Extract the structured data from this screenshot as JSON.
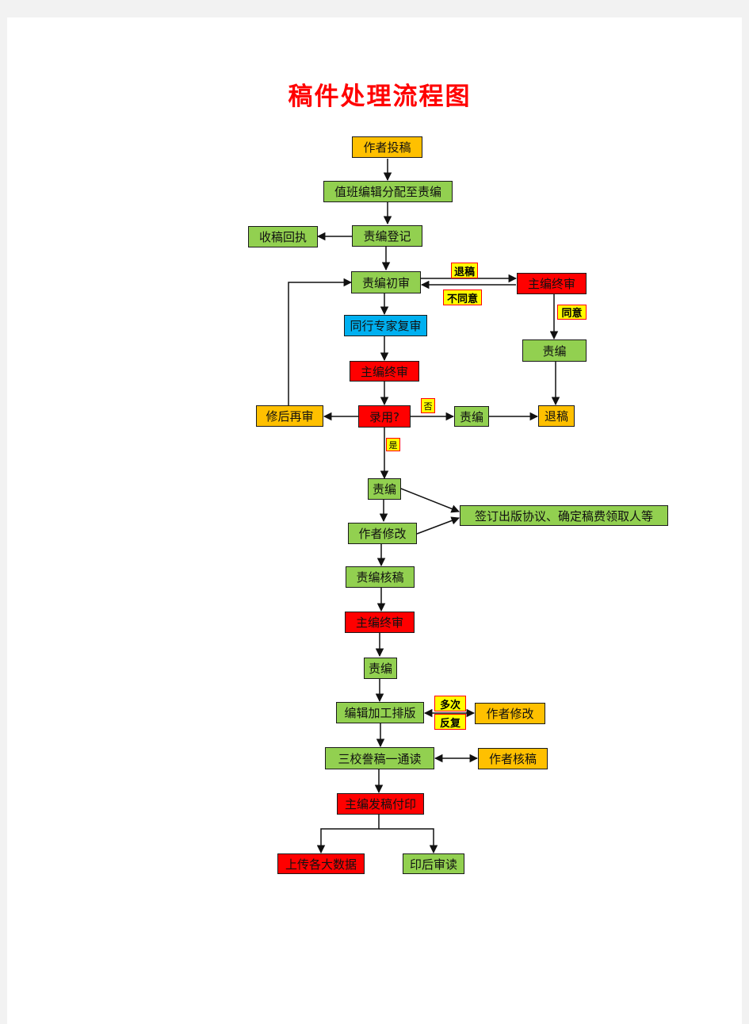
{
  "title": "稿件处理流程图",
  "nodes": {
    "author_submit": "作者投稿",
    "duty_editor_assign": "值班编辑分配至责编",
    "editor_register": "责编登记",
    "receipt": "收稿回执",
    "editor_initial_review": "责编初审",
    "chief_final_review_right": "主编终审",
    "peer_expert_review": "同行专家复审",
    "editor_right": "责编",
    "chief_final_review_1": "主编终审",
    "revise_resubmit": "修后再审",
    "accept_decision": "录用?",
    "editor_reject_path": "责编",
    "reject_return": "退稿",
    "editor_after_accept": "责编",
    "sign_agreement": "签订出版协议、确定稿费领取人等",
    "author_revise_1": "作者修改",
    "editor_check_manuscript": "责编核稿",
    "chief_final_review_2": "主编终审",
    "editor_after_final": "责编",
    "edit_typeset": "编辑加工排版",
    "author_revise_2": "作者修改",
    "proofread_three_times": "三校誊稿一通读",
    "author_check": "作者核稿",
    "chief_print": "主编发稿付印",
    "upload_databases": "上传各大数据",
    "post_print_review": "印后审读"
  },
  "labels": {
    "reject": "退稿",
    "disagree": "不同意",
    "agree": "同意",
    "no": "否",
    "yes": "是",
    "multiple": "多次",
    "repeat": "反复"
  },
  "colors": {
    "green": "#92d050",
    "orange": "#ffc000",
    "red": "#ff0000",
    "blue": "#00b0f0",
    "tag_yellow": "#ffff00",
    "title_red": "#ff0000"
  }
}
